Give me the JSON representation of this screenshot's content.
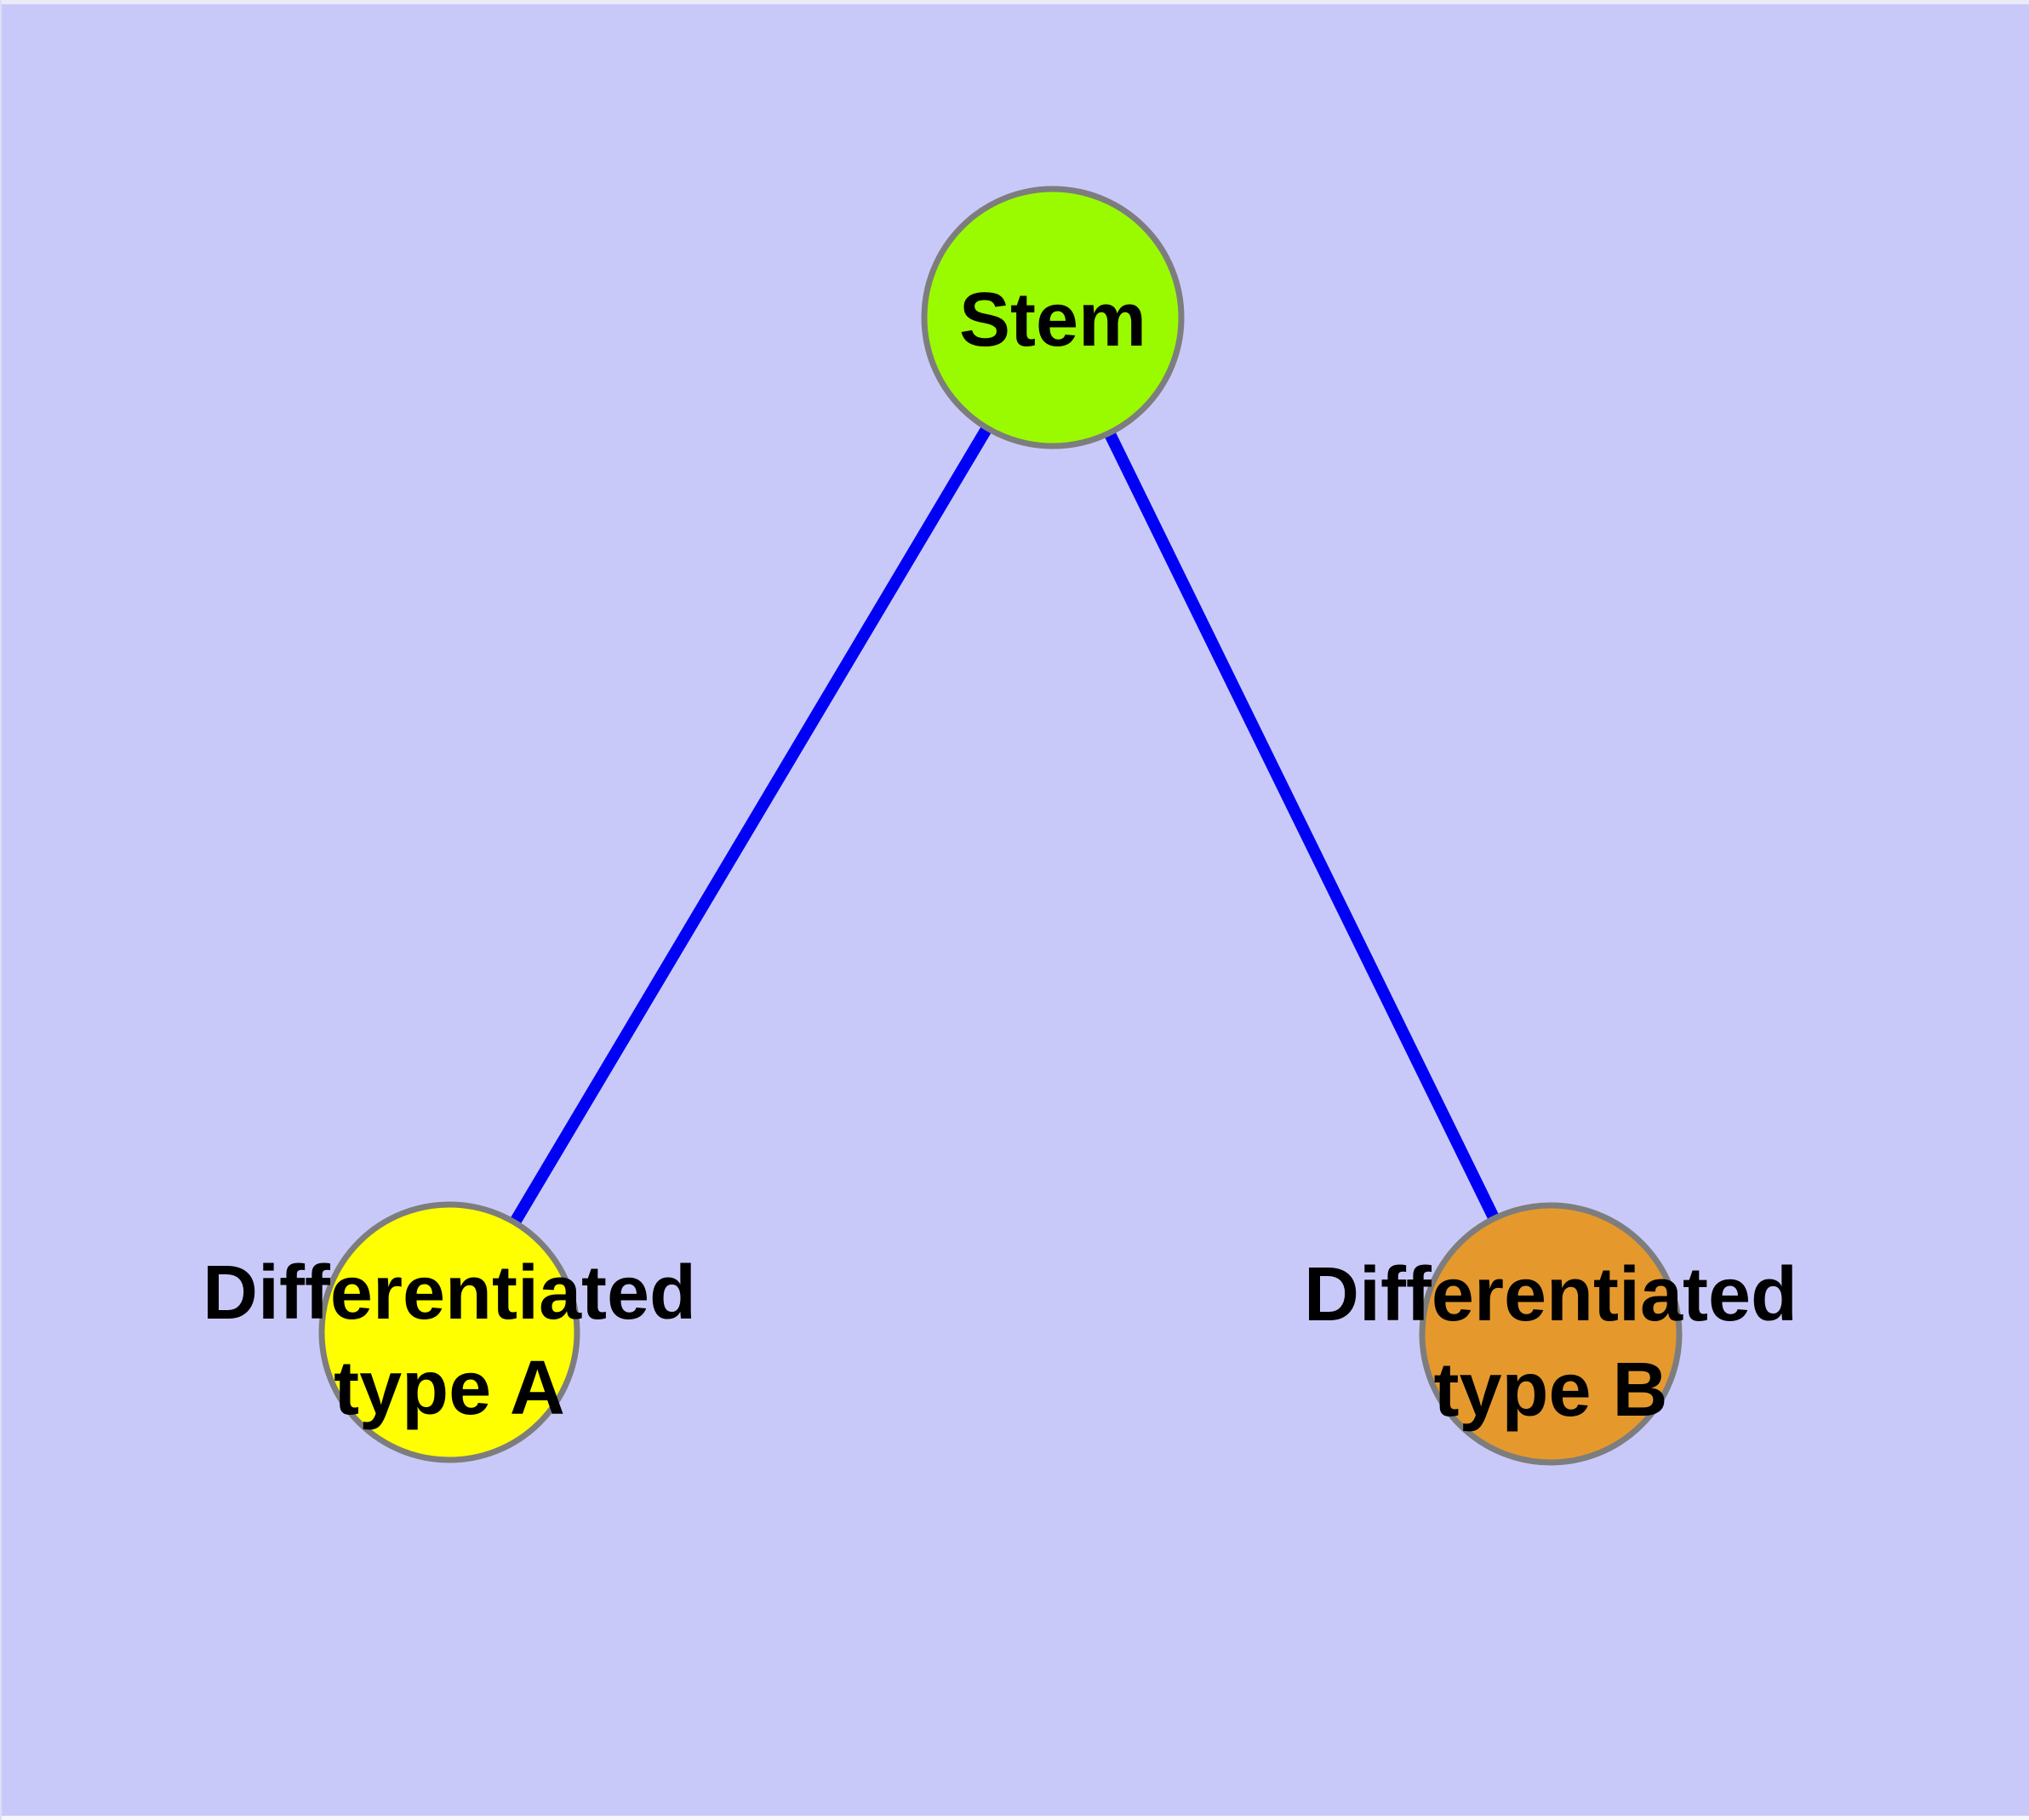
{
  "canvas": {
    "background_color": "#C9C9F9"
  },
  "diagram": {
    "type": "node-link-graph",
    "text_color": "#000000",
    "nodes": {
      "stem": {
        "label": "Stem",
        "fill_color": "#9AFB00",
        "border_color": "#7D7D7D"
      },
      "type_a": {
        "label": "Differentiated type A",
        "label_line1": "Differentiated",
        "label_line2": "type A",
        "fill_color": "#FFFF00",
        "border_color": "#7D7D7D"
      },
      "type_b": {
        "label": "Differentiated type B",
        "label_line1": "Differentiated",
        "label_line2": "type B",
        "fill_color": "#E5992D",
        "border_color": "#7D7D7D"
      }
    },
    "edges": [
      {
        "from": "stem",
        "to": "type_a",
        "color": "#0000F5"
      },
      {
        "from": "stem",
        "to": "type_b",
        "color": "#0000F5"
      }
    ]
  }
}
